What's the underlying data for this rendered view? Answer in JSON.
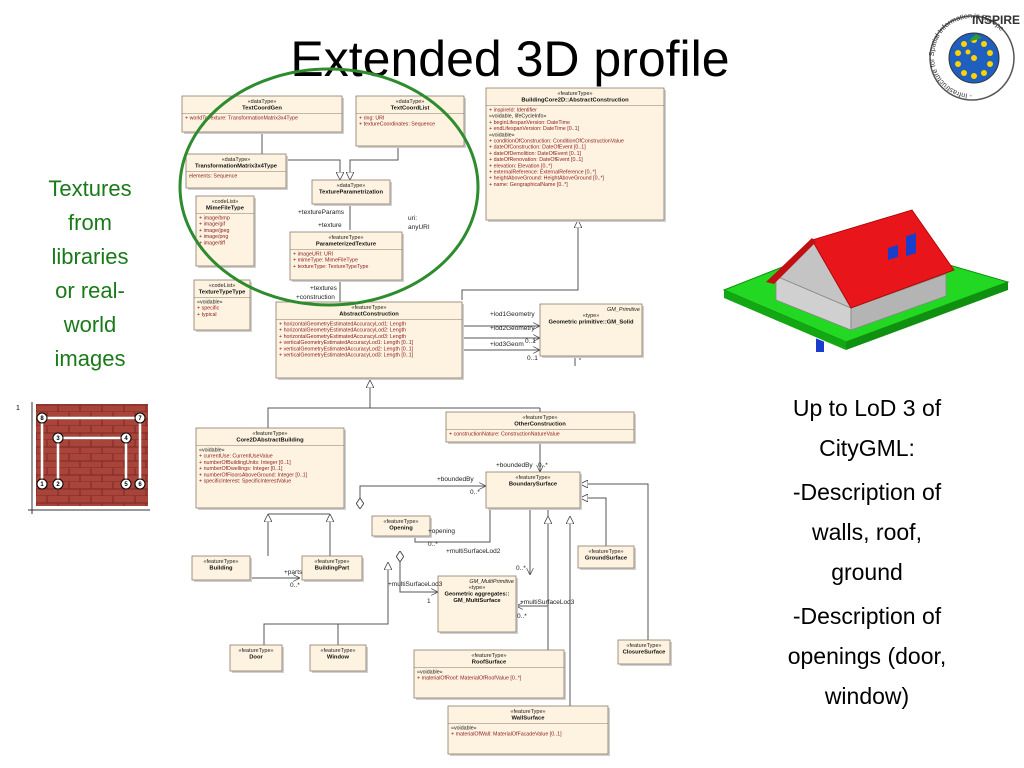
{
  "slide": {
    "title": "Extended 3D profile",
    "left_text": [
      "Textures",
      "from",
      "libraries",
      "or real-",
      "world",
      "images"
    ],
    "right_text": [
      "Up to LoD 3 of",
      "CityGML:",
      "-Description of",
      "walls, roof,",
      "ground",
      "-Description of",
      "openings (door,",
      "window)"
    ],
    "logo": {
      "top": "INSPIRE",
      "arc": "- Infrastructure for Spatial Information in Europe"
    },
    "brick_figure": {
      "corner": "1",
      "points": [
        "8",
        "7",
        "3",
        "4",
        "1",
        "2",
        "5",
        "6"
      ]
    }
  },
  "colors": {
    "box_fill": "#fdf3e0",
    "box_stroke": "#8a7a6a",
    "attr_text": "#8b1a1a",
    "ellipse": "#2e8b2e",
    "roof": "#e8161b",
    "ground": "#1cd41c",
    "wall": "#c8c8c8"
  },
  "classes": {
    "texturecoordgen": {
      "stereo": "«dataType»",
      "name": "TextCoordGen",
      "attrs": [
        "+ worldToTexture: TransformationMatrix3x4Type"
      ]
    },
    "texturecoordlist": {
      "stereo": "«dataType»",
      "name": "TextCoordList",
      "attrs": [
        "+ ring: URI",
        "+ textureCoordinates: Sequence"
      ]
    },
    "transformationmatrix": {
      "stereo": "«dataType»",
      "name": "TransformationMatrix3x4Type",
      "attrs": [
        "elements: Sequence"
      ]
    },
    "mimefiletype": {
      "stereo": "«codeList»",
      "name": "MimeFileType",
      "attrs": [
        "+ image/bmp",
        "+ image/gif",
        "+ image/jpeg",
        "+ image/png",
        "+ image/tiff"
      ]
    },
    "textureparametrization": {
      "stereo": "«dataType»",
      "name": "TextureParametrization",
      "attrs": []
    },
    "parameterizedtexture": {
      "stereo": "«featureType»",
      "name": "ParameterizedTexture",
      "attrs": [
        "+ imageURI: URI",
        "+ mimeType: MimeFileType",
        "+ textureType: TextureTypeType"
      ]
    },
    "texturetypetype": {
      "stereo": "«codeList»",
      "name": "TextureTypeType",
      "attrs": [
        "«voidable»",
        "+ specific",
        "+ typical"
      ]
    },
    "buildingcore2d": {
      "stereo": "«featureType»",
      "name": "BuildingCore2D::AbstractConstruction",
      "attrs": [
        "+ inspireId: Identifier",
        "«voidable, lifeCycleInfo»",
        "+ beginLifespanVersion: DateTime",
        "+ endLifespanVersion: DateTime [0..1]",
        "«voidable»",
        "+ conditionOfConstruction: ConditionOfConstructionValue",
        "+ dateOfConstruction: DateOfEvent [0..1]",
        "+ dateOfDemolition: DateOfEvent [0..1]",
        "+ dateOfRenovation: DateOfEvent [0..1]",
        "+ elevation: Elevation [0..*]",
        "+ externalReference: ExternalReference [0..*]",
        "+ heightAboveGround: HeightAboveGround [0..*]",
        "+ name: GeographicalName [0..*]"
      ]
    },
    "abstractconstruction": {
      "stereo": "«featureType»",
      "name": "AbstractConstruction",
      "attrs": [
        "+ horizontalGeometryEstimatedAccuracyLod1: Length",
        "+ horizontalGeometryEstimatedAccuracyLod2: Length",
        "+ horizontalGeometryEstimatedAccuracyLod3: Length",
        "+ verticalGeometryEstimatedAccuracyLod1: Length [0..1]",
        "+ verticalGeometryEstimatedAccuracyLod2: Length [0..1]",
        "+ verticalGeometryEstimatedAccuracyLod3: Length [0..1]"
      ]
    },
    "gmsolid": {
      "stereo": "«type»",
      "name": "Geometric primitive::GM_Solid",
      "pkg": "GM_Primitive",
      "attrs": []
    },
    "core2dabstractbuilding": {
      "stereo": "«featureType»",
      "name": "Core2DAbstractBuilding",
      "attrs": [
        "«voidable»",
        "+ currentUse: CurrentUseValue",
        "+ numberOfBuildingUnits: Integer [0..1]",
        "+ numberOfDwellings: Integer [0..1]",
        "+ numberOfFloorsAboveGround: Integer [0..1]",
        "+ specificInterest: SpecificInterestValue"
      ]
    },
    "otherconstruction": {
      "stereo": "«featureType»",
      "name": "OtherConstruction",
      "attrs": [
        "+ constructionNature: ConstructionNatureValue"
      ]
    },
    "boundarysurface": {
      "stereo": "«featureType»",
      "name": "BoundarySurface",
      "attrs": []
    },
    "opening": {
      "stereo": "«featureType»",
      "name": "Opening",
      "attrs": []
    },
    "groundsurface": {
      "stereo": "«featureType»",
      "name": "GroundSurface",
      "attrs": []
    },
    "building": {
      "stereo": "«featureType»",
      "name": "Building",
      "attrs": []
    },
    "buildingpart": {
      "stereo": "«featureType»",
      "name": "BuildingPart",
      "attrs": []
    },
    "gmmultisurface": {
      "stereo": "«type»",
      "name": "Geometric aggregates::",
      "name2": "GM_MultiSurface",
      "pkg": "GM_MultiPrimitive",
      "attrs": []
    },
    "door": {
      "stereo": "«featureType»",
      "name": "Door",
      "attrs": []
    },
    "window": {
      "stereo": "«featureType»",
      "name": "Window",
      "attrs": []
    },
    "roofsurface": {
      "stereo": "«featureType»",
      "name": "RoofSurface",
      "attrs": [
        "«voidable»",
        "+ materialOfRoof: MaterialOfRoofValue [0..*]"
      ]
    },
    "closuresurface": {
      "stereo": "«featureType»",
      "name": "ClosureSurface",
      "attrs": []
    },
    "wallsurface": {
      "stereo": "«featureType»",
      "name": "WallSurface",
      "attrs": [
        "«voidable»",
        "+ materialOfWall: MaterialOfFacadeValue [0..1]"
      ]
    }
  },
  "edge_labels": {
    "textureparams": "+textureParams",
    "texture": "+texture",
    "uri": "uri:",
    "anyuri": "anyURI",
    "textures": "+textures",
    "construction": "+construction",
    "lod1": "+lod1Geometry",
    "lod2": "+lod2Geometry",
    "lod3": "+lod3Geom",
    "lod3_mult": "0..1",
    "gm_mult": "0..1",
    "boundedby1": "+boundedBy",
    "boundedby1_mult": "0..*",
    "boundedby2": "+boundedBy",
    "boundedby2_mult": "0..*",
    "opening": "+opening",
    "opening_mult": "0..*",
    "msl2": "+multiSurfaceLod2",
    "msl2_mult": "0..*",
    "parts": "+parts",
    "parts_mult": "0..*",
    "msl3a": "+multiSurfaceLod3",
    "msl3a_mult": "1",
    "msl3b": "+multiSurfaceLod3",
    "msl3b_mult": "0..*"
  }
}
